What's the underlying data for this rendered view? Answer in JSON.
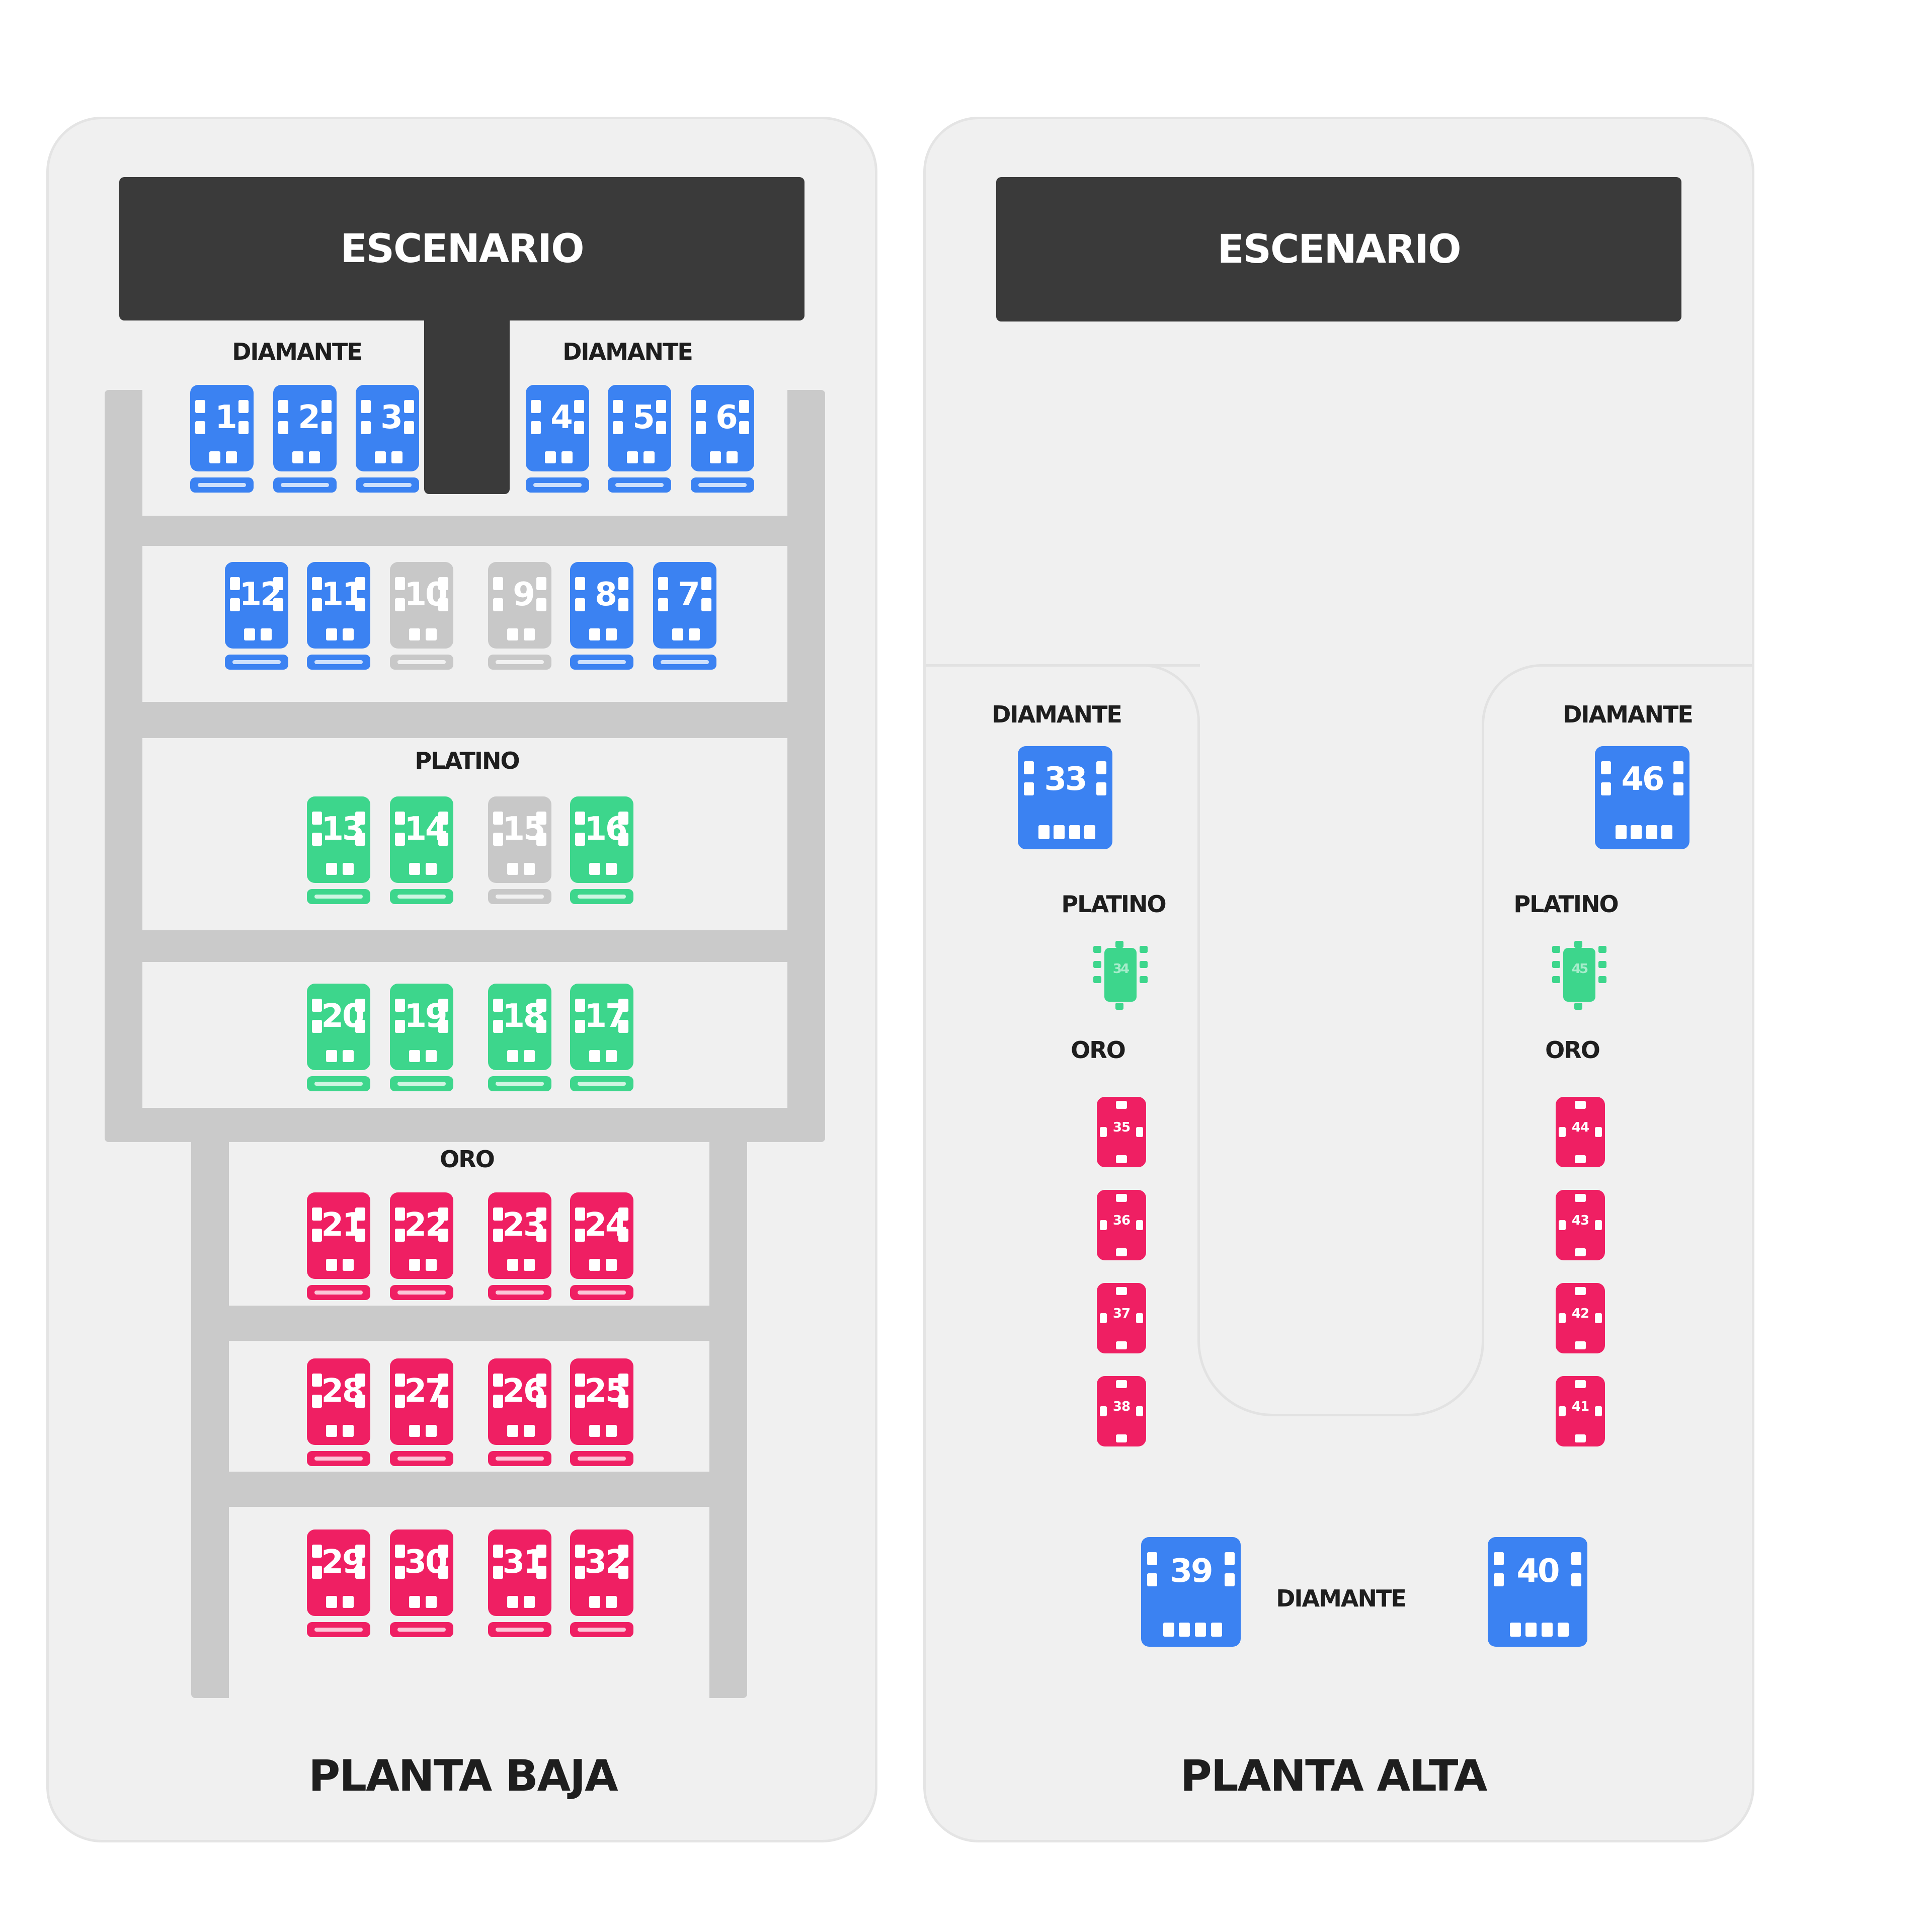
{
  "colors": {
    "diamante": "#3b82f2",
    "platino": "#3dd68c",
    "oro": "#ef1f63",
    "unavailable": "#c8c8c8",
    "stage": "#3a3a3a",
    "panel": "#f0f0f0",
    "aisle": "#cacaca"
  },
  "planta_baja": {
    "title": "PLANTA BAJA",
    "stage_label": "ESCENARIO",
    "zone_labels": {
      "diamante_left": "DIAMANTE",
      "diamante_right": "DIAMANTE",
      "platino": "PLATINO",
      "oro": "ORO"
    },
    "tables": [
      {
        "number": "1",
        "zone": "diamante",
        "available": true
      },
      {
        "number": "2",
        "zone": "diamante",
        "available": true
      },
      {
        "number": "3",
        "zone": "diamante",
        "available": true
      },
      {
        "number": "4",
        "zone": "diamante",
        "available": true
      },
      {
        "number": "5",
        "zone": "diamante",
        "available": true
      },
      {
        "number": "6",
        "zone": "diamante",
        "available": true
      },
      {
        "number": "12",
        "zone": "diamante",
        "available": true
      },
      {
        "number": "11",
        "zone": "diamante",
        "available": true
      },
      {
        "number": "10",
        "zone": "diamante",
        "available": false
      },
      {
        "number": "9",
        "zone": "diamante",
        "available": false
      },
      {
        "number": "8",
        "zone": "diamante",
        "available": true
      },
      {
        "number": "7",
        "zone": "diamante",
        "available": true
      },
      {
        "number": "13",
        "zone": "platino",
        "available": true
      },
      {
        "number": "14",
        "zone": "platino",
        "available": true
      },
      {
        "number": "15",
        "zone": "platino",
        "available": false
      },
      {
        "number": "16",
        "zone": "platino",
        "available": true
      },
      {
        "number": "20",
        "zone": "platino",
        "available": true
      },
      {
        "number": "19",
        "zone": "platino",
        "available": true
      },
      {
        "number": "18",
        "zone": "platino",
        "available": true
      },
      {
        "number": "17",
        "zone": "platino",
        "available": true
      },
      {
        "number": "21",
        "zone": "oro",
        "available": true
      },
      {
        "number": "22",
        "zone": "oro",
        "available": true
      },
      {
        "number": "23",
        "zone": "oro",
        "available": true
      },
      {
        "number": "24",
        "zone": "oro",
        "available": true
      },
      {
        "number": "28",
        "zone": "oro",
        "available": true
      },
      {
        "number": "27",
        "zone": "oro",
        "available": true
      },
      {
        "number": "26",
        "zone": "oro",
        "available": true
      },
      {
        "number": "25",
        "zone": "oro",
        "available": true
      },
      {
        "number": "29",
        "zone": "oro",
        "available": true
      },
      {
        "number": "30",
        "zone": "oro",
        "available": true
      },
      {
        "number": "31",
        "zone": "oro",
        "available": true
      },
      {
        "number": "32",
        "zone": "oro",
        "available": true
      }
    ]
  },
  "planta_alta": {
    "title": "PLANTA ALTA",
    "stage_label": "ESCENARIO",
    "zone_labels": {
      "diamante_left": "DIAMANTE",
      "diamante_right": "DIAMANTE",
      "platino_left": "PLATINO",
      "platino_right": "PLATINO",
      "oro_left": "ORO",
      "oro_right": "ORO",
      "diamante_bottom": "DIAMANTE"
    },
    "tables": [
      {
        "number": "33",
        "zone": "diamante",
        "available": true
      },
      {
        "number": "46",
        "zone": "diamante",
        "available": true
      },
      {
        "number": "34",
        "zone": "platino",
        "available": true
      },
      {
        "number": "45",
        "zone": "platino",
        "available": true
      },
      {
        "number": "35",
        "zone": "oro",
        "available": true
      },
      {
        "number": "36",
        "zone": "oro",
        "available": true
      },
      {
        "number": "37",
        "zone": "oro",
        "available": true
      },
      {
        "number": "38",
        "zone": "oro",
        "available": true
      },
      {
        "number": "44",
        "zone": "oro",
        "available": true
      },
      {
        "number": "43",
        "zone": "oro",
        "available": true
      },
      {
        "number": "42",
        "zone": "oro",
        "available": true
      },
      {
        "number": "41",
        "zone": "oro",
        "available": true
      },
      {
        "number": "39",
        "zone": "diamante",
        "available": true
      },
      {
        "number": "40",
        "zone": "diamante",
        "available": true
      }
    ]
  }
}
